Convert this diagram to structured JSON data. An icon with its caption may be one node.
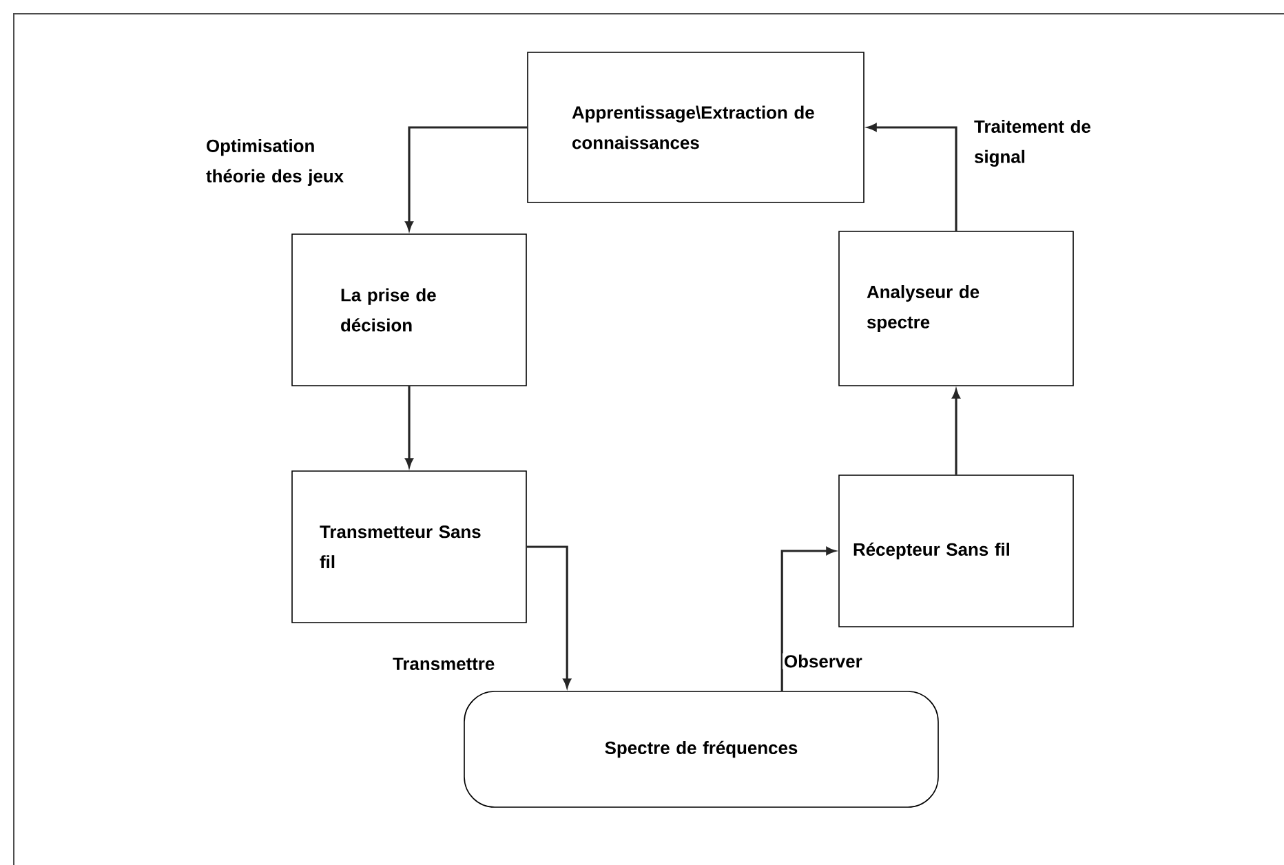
{
  "diagram": {
    "nodes": [
      {
        "text": [
          "Apprentissage\\Extraction de connaissances"
        ]
      },
      {
        "text": [
          "La prise de décision"
        ]
      },
      {
        "text": [
          "Transmetteur Sans fil"
        ]
      },
      {
        "text": [
          "Spectre de fréquences"
        ]
      },
      {
        "text": [
          "Récepteur Sans fil"
        ]
      },
      {
        "text": [
          "Analyseur de spectre"
        ]
      }
    ],
    "edges": [
      {
        "from": 0,
        "to": 1,
        "arrow": "to",
        "label": "Optimisation théorie des jeux"
      },
      {
        "from": 1,
        "to": 2,
        "arrow": "to"
      },
      {
        "from": 2,
        "to": 3,
        "arrow": "to",
        "label": "Transmettre"
      },
      {
        "from": 3,
        "to": 4,
        "arrow": "to",
        "label": "Observer"
      },
      {
        "from": 4,
        "to": 5,
        "arrow": "to"
      },
      {
        "from": 5,
        "to": 0,
        "arrow": "to",
        "label": "Traitement de signal"
      }
    ]
  }
}
